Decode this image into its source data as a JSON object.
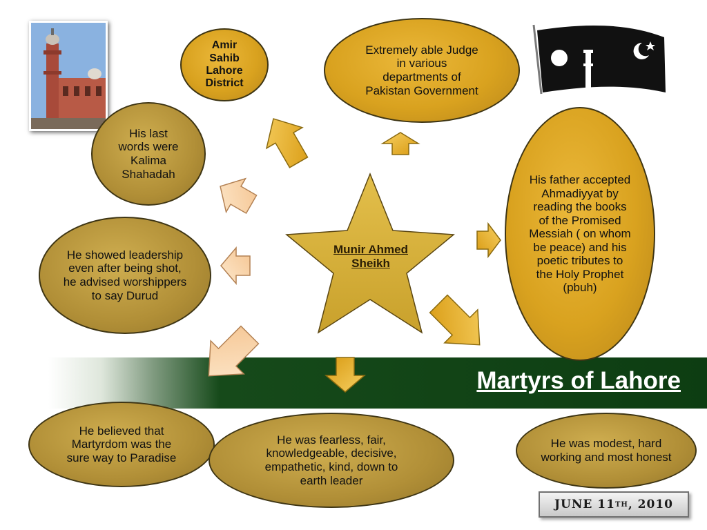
{
  "title": "Martyrs of Lahore",
  "center": {
    "name": "Munir Ahmed Sheikh"
  },
  "nodes": {
    "amir_sahib": "Amir Sahib Lahore District",
    "judge": "Extremely able Judge in various departments of Pakistan Government",
    "father": "His father accepted Ahmadiyyat by reading the books of the Promised Messiah ( on whom be peace) and his poetic tributes to the Holy Prophet (pbuh)",
    "last_words": "His last words were Kalima Shahadah",
    "leadership": "He showed leadership even after being shot, he advised worshippers to say Durud",
    "martyrdom": "He believed that Martyrdom was the sure way to Paradise",
    "fearless": "He was fearless, fair, knowledgeable, decisive, empathetic, kind, down to earth leader",
    "modest": "He was modest, hard working and most honest"
  },
  "date": {
    "day": "JUNE 11",
    "suffix": "TH",
    "year": " , 2010"
  },
  "colors": {
    "gold_oval": "#d9a21f",
    "olive_oval": "#b18f37",
    "star": "#d4af37",
    "arrow_gold": "#e9ac1e",
    "arrow_peach": "#fbd8b0",
    "banner_green": "#0d3d12"
  }
}
